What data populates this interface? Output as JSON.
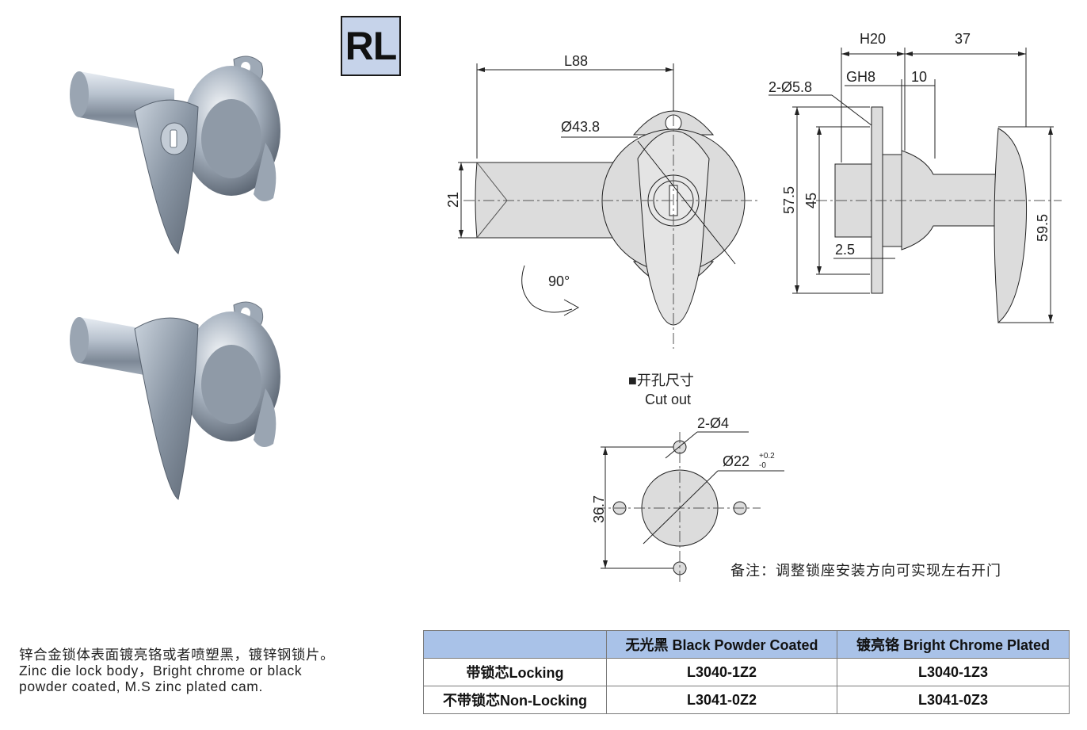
{
  "badge": {
    "label": "RL"
  },
  "drawing": {
    "dims": {
      "l88": "L88",
      "d43": "Ø43.8",
      "d21": "21",
      "deg90": "90°",
      "h20": "H20",
      "d37": "37",
      "gh8": "GH8",
      "d10": "10",
      "d58": "2-Ø5.8",
      "d575": "57.5",
      "d45": "45",
      "d25": "2.5",
      "d595": "59.5"
    },
    "cutout": {
      "title_cn": "■开孔尺寸",
      "title_en": "Cut out",
      "holes": "2-Ø4",
      "bore": "Ø22",
      "tol_plus": "+0.2",
      "tol_minus": "-0",
      "height": "36.7"
    },
    "note": "备注：调整锁座安装方向可实现左右开门"
  },
  "description": {
    "cn": "锌合金锁体表面镀亮铬或者喷塑黑，镀锌钢锁片。",
    "en": "Zinc die lock body，Bright chrome or black powder coated, M.S zinc plated cam."
  },
  "spec_table": {
    "columns": [
      "",
      "无光黑 Black Powder Coated",
      "镀亮铬  Bright Chrome Plated"
    ],
    "rows": [
      {
        "label": "带锁芯Locking",
        "black": "L3040-1Z2",
        "chrome": "L3040-1Z3"
      },
      {
        "label": "不带锁芯Non-Locking",
        "black": "L3041-0Z2",
        "chrome": "L3041-0Z3"
      }
    ]
  }
}
